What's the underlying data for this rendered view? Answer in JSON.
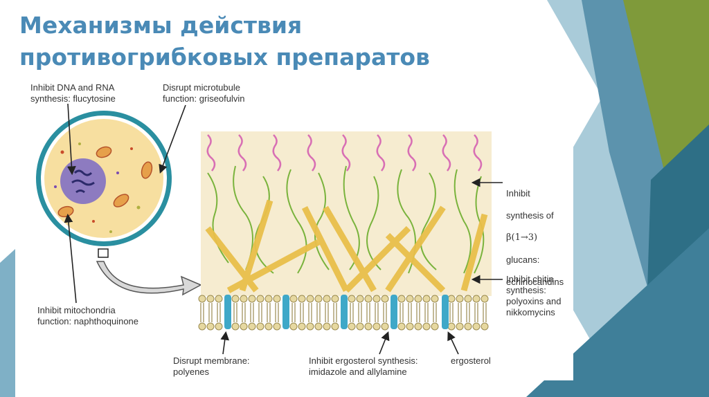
{
  "slide": {
    "title": "Механизмы действия противогрибковых препаратов"
  },
  "diagram": {
    "labels": {
      "dna_rna": "Inhibit DNA and RNA\nsynthesis: flucytosine",
      "microtubule": "Disrupt microtubule\nfunction: griseofulvin",
      "mitochondria": "Inhibit mitochondria\nfunction: naphthoquinone",
      "membrane": "Disrupt membrane:\npolyenes",
      "ergosterol_synthesis": "Inhibit ergosterol synthesis:\nimidazole and allylamine",
      "ergosterol": "ergosterol",
      "glucans_line1": "Inhibit",
      "glucans_line2": "synthesis of",
      "glucans_line3": "β(1→3)",
      "glucans_line4": "glucans:",
      "glucans_line5": "echinocandins",
      "chitin": "Inhibit chitin\nsynthesis:\npolyoxins and\nnikkomycins"
    }
  },
  "colors": {
    "title": "#4a8ab6",
    "cell_fill": "#f7dfa0",
    "cell_ring": "#2a8fa0",
    "nucleus": "#8d7bc0",
    "wall_bg": "#f6ecd0",
    "mannoprotein": "#d86fb4",
    "glucan": "#79b33c",
    "chitin": "#e9bf4b",
    "ergosterol": "#3fa8c8",
    "deco_dark": "#2e6f86",
    "deco_light": "#a9cbd9",
    "deco_green": "#7f9a3a"
  }
}
